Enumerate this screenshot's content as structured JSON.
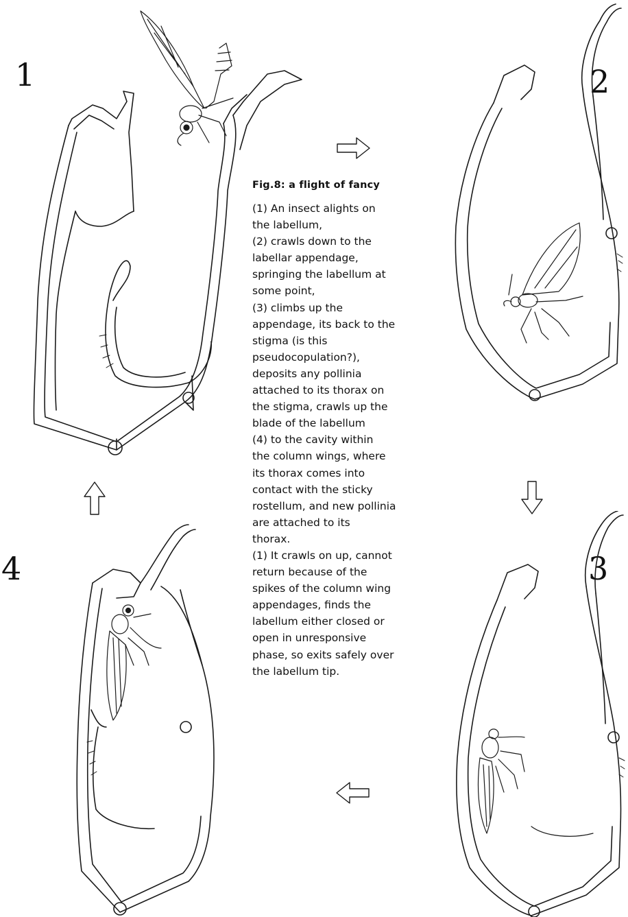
{
  "panels": {
    "panel_1_number": "1",
    "panel_2_number": "2",
    "panel_3_number": "3",
    "panel_4_number": "4"
  },
  "caption": {
    "title": "Fig.8: a flight of fancy",
    "lines": [
      "(1) An insect alights on",
      "the labellum,",
      "(2) crawls down to the",
      "labellar appendage,",
      "springing the labellum at",
      "some point,",
      "(3) climbs up the",
      "appendage, its back to the",
      "stigma (is this",
      "pseudocopulation?),",
      "deposits any pollinia",
      "attached to its thorax on",
      "the stigma, crawls up the",
      "blade of the labellum",
      "(4) to the cavity within",
      "the column wings, where",
      "its thorax comes into",
      "contact with the sticky",
      "rostellum, and new pollinia",
      "are attached to its",
      "thorax.",
      "(1) It crawls on up, cannot",
      "return because of the",
      "spikes of the column wing",
      "appendages, finds the",
      "labellum either closed or",
      "open in unresponsive",
      "phase, so exits safely over",
      "the labellum tip."
    ]
  },
  "arrows": {
    "a_1_to_2": "right-arrow-icon",
    "a_2_to_3": "down-arrow-icon",
    "a_3_to_4": "left-arrow-icon",
    "a_4_to_1": "up-arrow-icon"
  }
}
